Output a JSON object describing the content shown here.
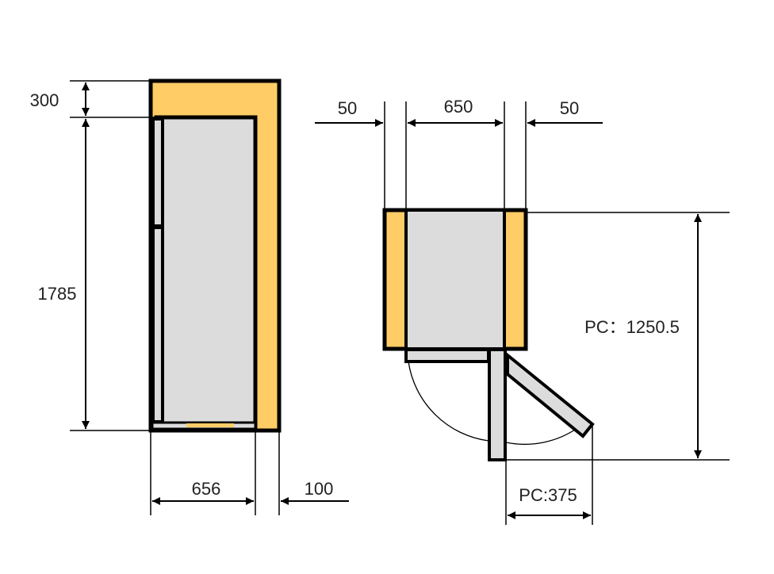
{
  "colors": {
    "insulation": "#FFCC66",
    "cabinet": "#DCDCDC",
    "outline": "#000000"
  },
  "side_view": {
    "dim_top": "300",
    "dim_height": "1785",
    "dim_depth": "656",
    "dim_back_gap": "100"
  },
  "top_view": {
    "dim_left_gap": "50",
    "dim_width": "650",
    "dim_right_gap": "50",
    "dim_door_open_depth": "PC：1250.5",
    "dim_door_swing": "PC:375"
  }
}
